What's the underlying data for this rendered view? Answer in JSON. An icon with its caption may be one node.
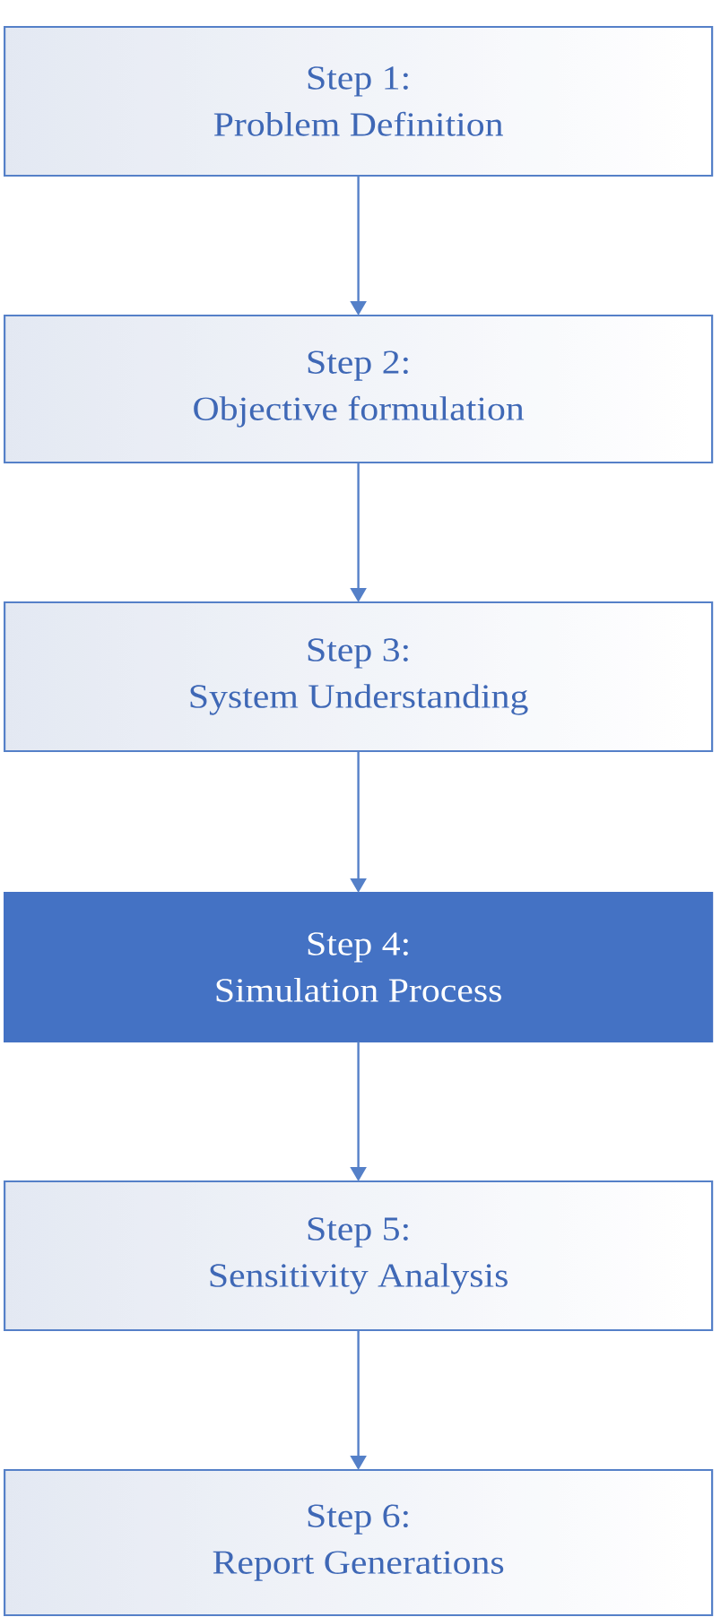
{
  "diagram": {
    "nodes": [
      {
        "text": [
          "Step 1:",
          "Problem Definition"
        ]
      },
      {
        "text": [
          "Step 2:",
          "Objective formulation"
        ]
      },
      {
        "text": [
          "Step 3:",
          "System Understanding"
        ]
      },
      {
        "text": [
          "Step 4:",
          "Simulation Process"
        ]
      },
      {
        "text": [
          "Step 5:",
          "Sensitivity Analysis"
        ]
      },
      {
        "text": [
          "Step 6:",
          "Report Generations"
        ]
      }
    ],
    "edges": [
      {
        "from": 0,
        "to": 1,
        "arrow": "to"
      },
      {
        "from": 1,
        "to": 2,
        "arrow": "to"
      },
      {
        "from": 2,
        "to": 3,
        "arrow": "to"
      },
      {
        "from": 3,
        "to": 4,
        "arrow": "to"
      },
      {
        "from": 4,
        "to": 5,
        "arrow": "to"
      }
    ]
  }
}
